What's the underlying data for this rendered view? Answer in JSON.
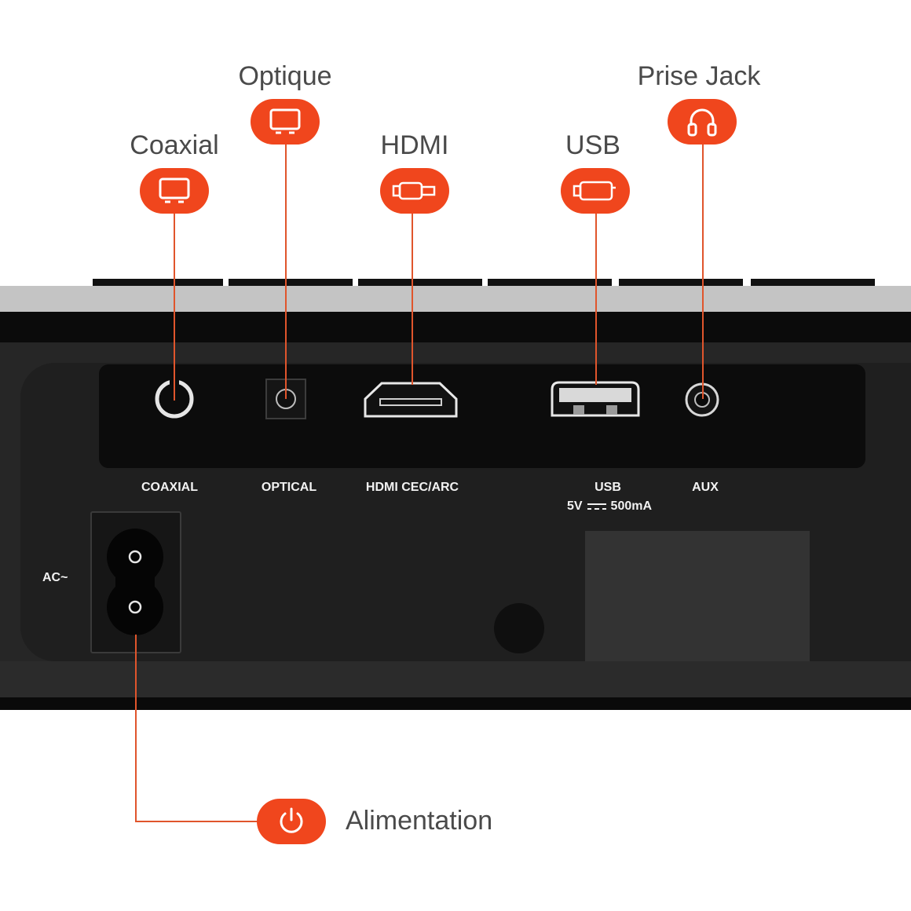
{
  "callouts": {
    "coaxial": "Coaxial",
    "optique": "Optique",
    "hdmi": "HDMI",
    "usb": "USB",
    "prise_jack": "Prise Jack",
    "alimentation": "Alimentation"
  },
  "ports": {
    "coaxial": "COAXIAL",
    "optical": "OPTICAL",
    "hdmi": "HDMI CEC/ARC",
    "usb": "USB",
    "usb_spec_left": "5V",
    "usb_spec_right": "500mA",
    "aux": "AUX",
    "ac": "AC~"
  },
  "icons": [
    "display-icon",
    "display-icon",
    "hdmi-plug-icon",
    "usb-plug-icon",
    "headphones-icon",
    "power-icon"
  ],
  "colors": {
    "accent": "#f0461d",
    "leader_line": "#e0552c",
    "panel": "#262626",
    "text_light": "#f2f2f2",
    "text_dark": "#4a4a4a"
  }
}
